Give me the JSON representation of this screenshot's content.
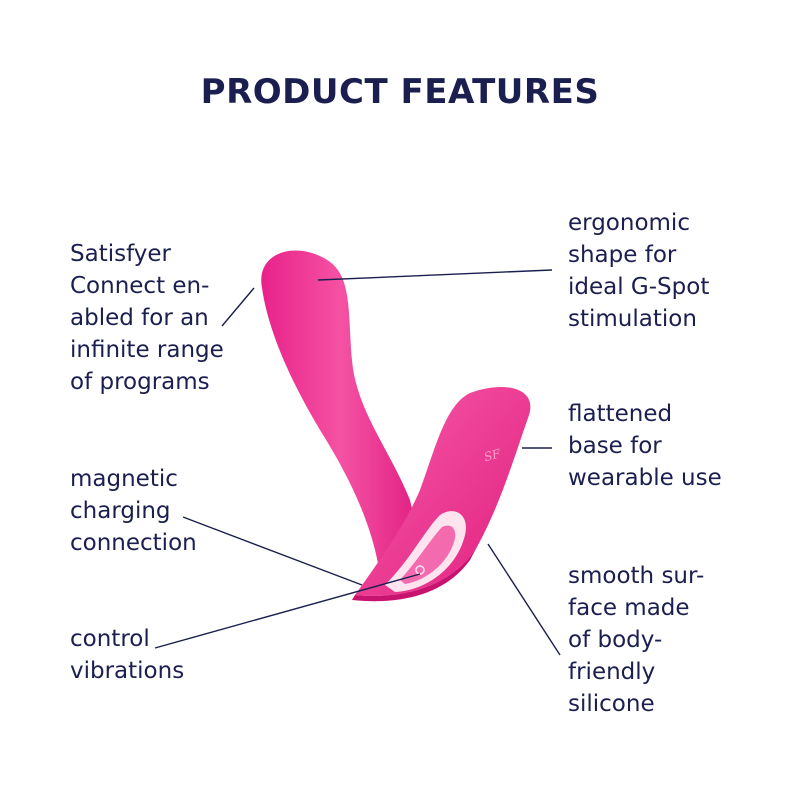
{
  "title": "PRODUCT FEATURES",
  "colors": {
    "text": "#1b1f4f",
    "product": "#f0338e",
    "product_dark": "#d6187a",
    "product_light": "#f97bb9"
  },
  "logo_text": "SF",
  "features": {
    "connect": {
      "lines": [
        "Satisfyer",
        "Connect en-",
        "abled for an",
        "infinite range",
        "of programs"
      ]
    },
    "magnetic": {
      "lines": [
        "magnetic",
        "charging",
        "connection"
      ]
    },
    "control": {
      "lines": [
        "control",
        "vibrations"
      ]
    },
    "ergonomic": {
      "lines": [
        "ergonomic",
        "shape for",
        "ideal G-Spot",
        "stimulation"
      ]
    },
    "flattened": {
      "lines": [
        "flattened",
        "base for",
        "wearable use"
      ]
    },
    "smooth": {
      "lines": [
        "smooth sur-",
        "face made",
        "of body-",
        "friendly",
        "silicone"
      ]
    }
  }
}
